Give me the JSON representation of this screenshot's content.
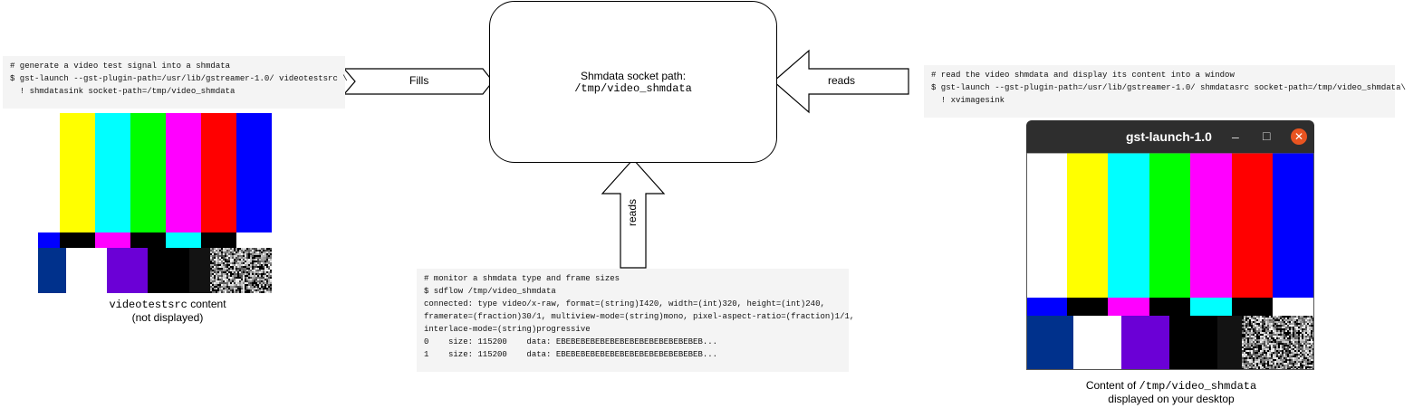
{
  "node": {
    "label": "Shmdata socket path:",
    "path": "/tmp/video_shmdata"
  },
  "arrows": {
    "fills": "Fills",
    "reads_right": "reads",
    "reads_bottom": "reads"
  },
  "code_left": {
    "line1": "# generate a video test signal into a shmdata",
    "line2": "$ gst-launch --gst-plugin-path=/usr/lib/gstreamer-1.0/ videotestsrc \\",
    "line3": "  ! shmdatasink socket-path=/tmp/video_shmdata"
  },
  "code_right": {
    "line1": "# read the video shmdata and display its content into a window",
    "line2": "$ gst-launch --gst-plugin-path=/usr/lib/gstreamer-1.0/ shmdatasrc socket-path=/tmp/video_shmdata\\",
    "line3": "  ! xvimagesink"
  },
  "code_bottom": {
    "line1": "# monitor a shmdata type and frame sizes",
    "line2": "$ sdflow /tmp/video_shmdata",
    "line3": "connected: type video/x-raw, format=(string)I420, width=(int)320, height=(int)240,",
    "line4": "framerate=(fraction)30/1, multiview-mode=(string)mono, pixel-aspect-ratio=(fraction)1/1,",
    "line5": "interlace-mode=(string)progressive",
    "line6": "0    size: 115200    data: EBEBEBEBEBEBEBEBEBEBEBEBEBEBEB...",
    "line7": "1    size: 115200    data: EBEBEBEBEBEBEBEBEBEBEBEBEBEBEB..."
  },
  "caption_left": {
    "mono": "videotestsrc",
    "rest": " content",
    "line2": "(not displayed)"
  },
  "caption_right": {
    "prefix": "Content of ",
    "mono": "/tmp/video_shmdata",
    "line2": "displayed on your desktop"
  },
  "window": {
    "title": "gst-launch-1.0",
    "minimize_glyph": "–",
    "maximize_glyph": "□",
    "close_glyph": "✕"
  },
  "colors": {
    "bar_white": "#ffffff",
    "bar_yellow": "#ffff00",
    "bar_cyan": "#00ffff",
    "bar_green": "#00ff00",
    "bar_magenta": "#ff00ff",
    "bar_red": "#ff0000",
    "bar_blue": "#0000ff",
    "bar_black": "#000000",
    "pluge_navy": "#00318c",
    "pluge_purple": "#6b00d6",
    "pluge_dark": "#131313",
    "titlebar": "#2e2e2e",
    "close_button": "#e95420"
  }
}
